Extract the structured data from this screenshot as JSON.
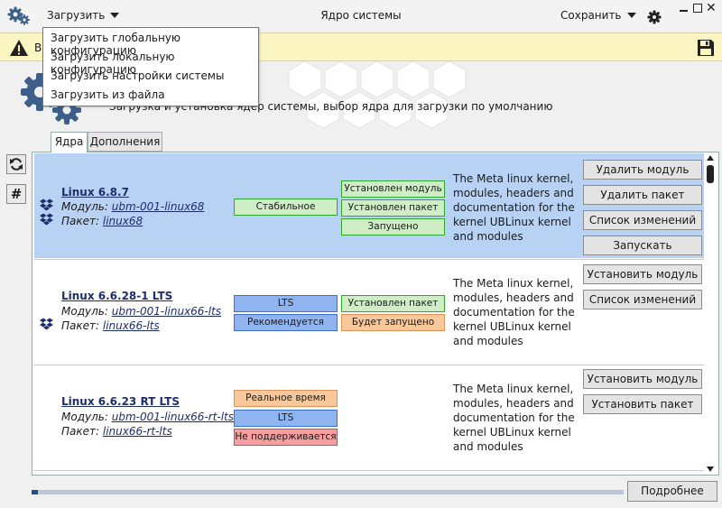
{
  "titlebar": {
    "load_label": "Загрузить",
    "title": "Ядро системы",
    "save_label": "Сохранить"
  },
  "load_menu": {
    "items": [
      "Загрузить глобальную конфигурацию",
      "Загрузить локальную конфигурацию",
      "Загрузить настройки системы",
      "Загрузить из файла"
    ]
  },
  "warning": {
    "visible_text": "В"
  },
  "header": {
    "subtitle": "Загрузка и установка ядер системы, выбор ядра для загрузки по умолчанию"
  },
  "tabs": [
    "Ядра",
    "Дополнения"
  ],
  "labels": {
    "module_prefix": "Модуль:",
    "package_prefix": "Пакет:"
  },
  "kernels": [
    {
      "name": "Linux 6.8.7",
      "module": "ubm-001-linux68",
      "package": "linux68",
      "selected": true,
      "badges_left": [
        {
          "text": "Стабильное",
          "color": "green"
        }
      ],
      "badges_right": [
        {
          "text": "Установлен модуль",
          "color": "green"
        },
        {
          "text": "Установлен пакет",
          "color": "green"
        },
        {
          "text": "Запущено",
          "color": "green"
        }
      ],
      "description": "The Meta linux kernel, modules, headers and documentation for the kernel UBLinux kernel and modules",
      "actions": [
        "Удалить модуль",
        "Удалить пакет",
        "Список изменений",
        "Запускать"
      ]
    },
    {
      "name": "Linux 6.6.28-1 LTS",
      "module": "ubm-001-linux66-lts",
      "package": "linux66-lts",
      "selected": false,
      "badges_left": [
        {
          "text": "LTS",
          "color": "blue"
        },
        {
          "text": "Рекомендуется",
          "color": "blue"
        }
      ],
      "badges_right": [
        {
          "text": "Установлен пакет",
          "color": "green"
        },
        {
          "text": "Будет запущено",
          "color": "orange"
        }
      ],
      "description": "The Meta linux kernel, modules, headers and documentation for the kernel UBLinux kernel and modules",
      "actions": [
        "Установить модуль",
        "Список изменений"
      ]
    },
    {
      "name": "Linux 6.6.23 RT LTS",
      "module": "ubm-001-linux66-rt-lts",
      "package": "linux66-rt-lts",
      "selected": false,
      "badges_left": [
        {
          "text": "Реальное время",
          "color": "orange"
        },
        {
          "text": "LTS",
          "color": "blue"
        },
        {
          "text": "Не поддерживается",
          "color": "red"
        }
      ],
      "badges_right": [],
      "description": "The Meta linux kernel, modules, headers and documentation for the kernel UBLinux kernel and modules",
      "actions": [
        "Установить модуль",
        "Установить пакет"
      ]
    }
  ],
  "footer": {
    "details_label": "Подробнее",
    "progress_fraction": 0.01
  },
  "colors": {
    "selected_row": "#b8d2f4",
    "warning_bg": "#fbf5c1",
    "accent": "#1d2e6b"
  },
  "icons": {
    "app": "gears-icon",
    "warning": "warning-triangle-icon",
    "save": "floppy-disk-icon",
    "refresh": "refresh-icon",
    "hash": "hash-icon",
    "package": "dropbox-icon"
  }
}
